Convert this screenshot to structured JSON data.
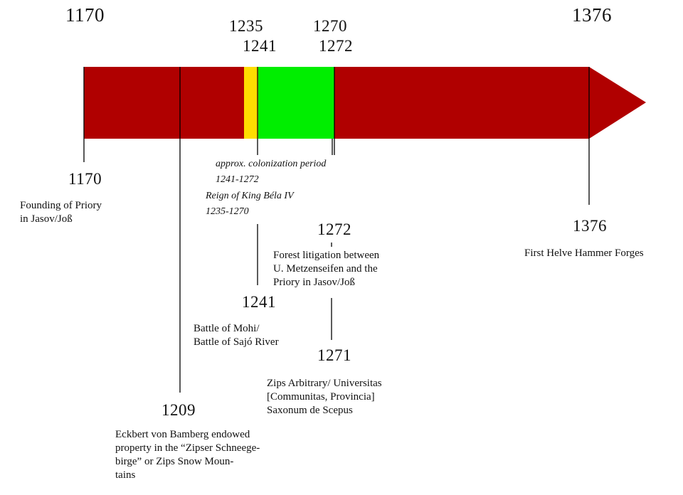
{
  "colors": {
    "bar": "#b00000",
    "bela_period": "#ffdd00",
    "colonization_period": "#00ee00",
    "line": "#000000"
  },
  "top_years": {
    "start": "1170",
    "end": "1376",
    "bela_start": "1235",
    "battle": "1241",
    "bela_end": "1270",
    "colonization_end": "1272"
  },
  "periods": {
    "colonization_title": "approx. colonization period",
    "colonization_range": "1241-1272",
    "bela_title": "Reign of King Béla IV",
    "bela_range": "1235-1270"
  },
  "events": [
    {
      "year": "1170",
      "lines": [
        "Founding of Priory",
        "in Jasov/Joß"
      ]
    },
    {
      "year": "1209",
      "lines": [
        "Eckbert von Bamberg endowed",
        "property in the “Zipser Schneege-",
        "birge” or Zips Snow Moun-",
        "tains"
      ]
    },
    {
      "year": "1241",
      "lines": [
        "Battle of Mohi/",
        "Battle of Sajó River"
      ]
    },
    {
      "year": "1272",
      "lines": [
        "Forest litigation between",
        "U. Metzenseifen and the",
        "Priory in Jasov/Joß"
      ]
    },
    {
      "year": "1271",
      "lines": [
        "Zips Arbitrary/ Universitas",
        "[Communitas, Provincia]",
        "Saxonum de Scepus"
      ]
    },
    {
      "year": "1376",
      "lines": [
        "First Helve Hammer Forges"
      ]
    }
  ]
}
